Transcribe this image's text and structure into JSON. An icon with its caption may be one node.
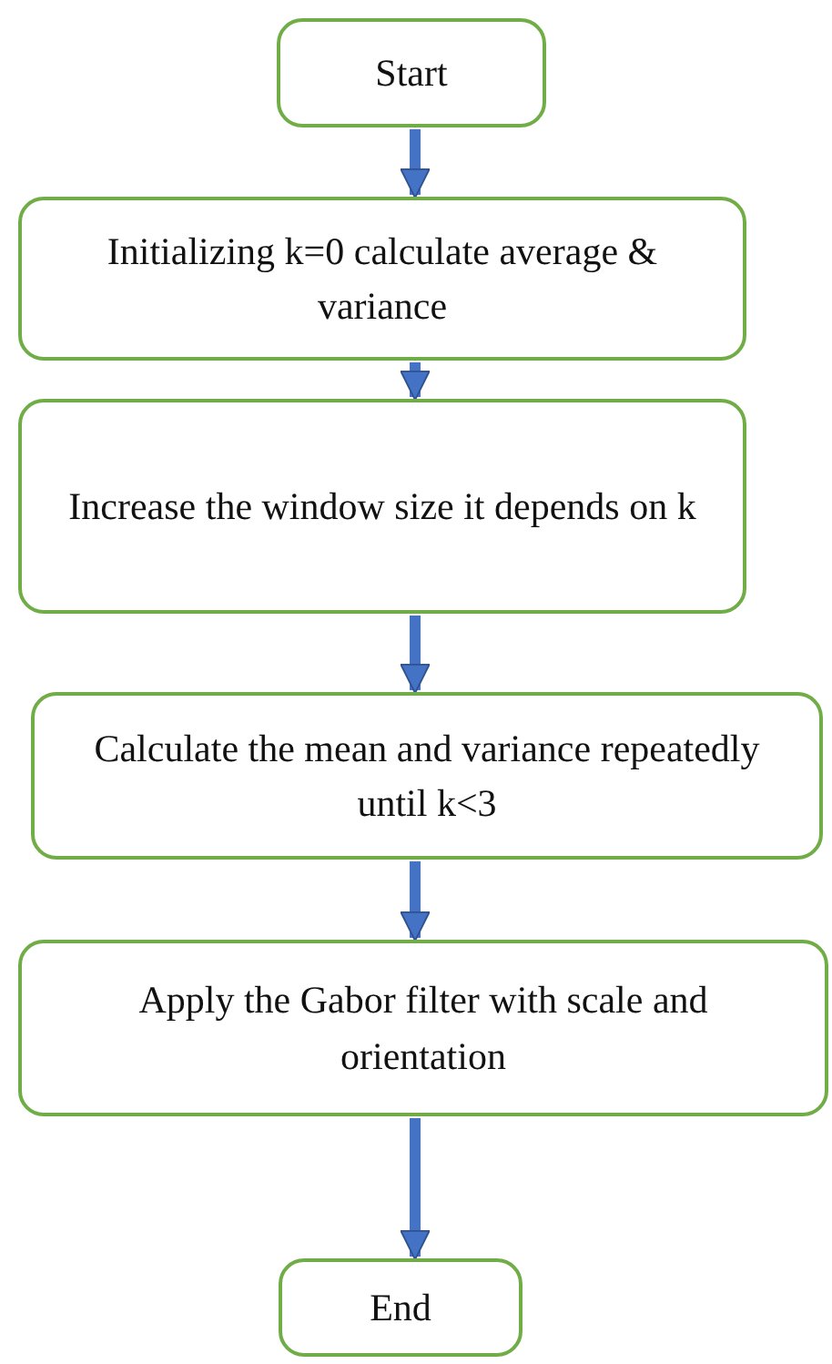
{
  "diagram": {
    "nodes": [
      {
        "text": [
          "Start"
        ]
      },
      {
        "text": [
          "Initializing k=0 calculate average & variance"
        ]
      },
      {
        "text": [
          "Increase the window size it depends on k"
        ]
      },
      {
        "text": [
          "Calculate the mean and variance repeatedly until k<3"
        ]
      },
      {
        "text": [
          "Apply the Gabor filter with scale and orientation"
        ]
      },
      {
        "text": [
          "End"
        ]
      }
    ],
    "edges": [
      {
        "from": 0,
        "to": 1,
        "arrow": "to"
      },
      {
        "from": 1,
        "to": 2,
        "arrow": "to"
      },
      {
        "from": 2,
        "to": 3,
        "arrow": "to"
      },
      {
        "from": 3,
        "to": 4,
        "arrow": "to"
      },
      {
        "from": 4,
        "to": 5,
        "arrow": "to"
      }
    ]
  }
}
